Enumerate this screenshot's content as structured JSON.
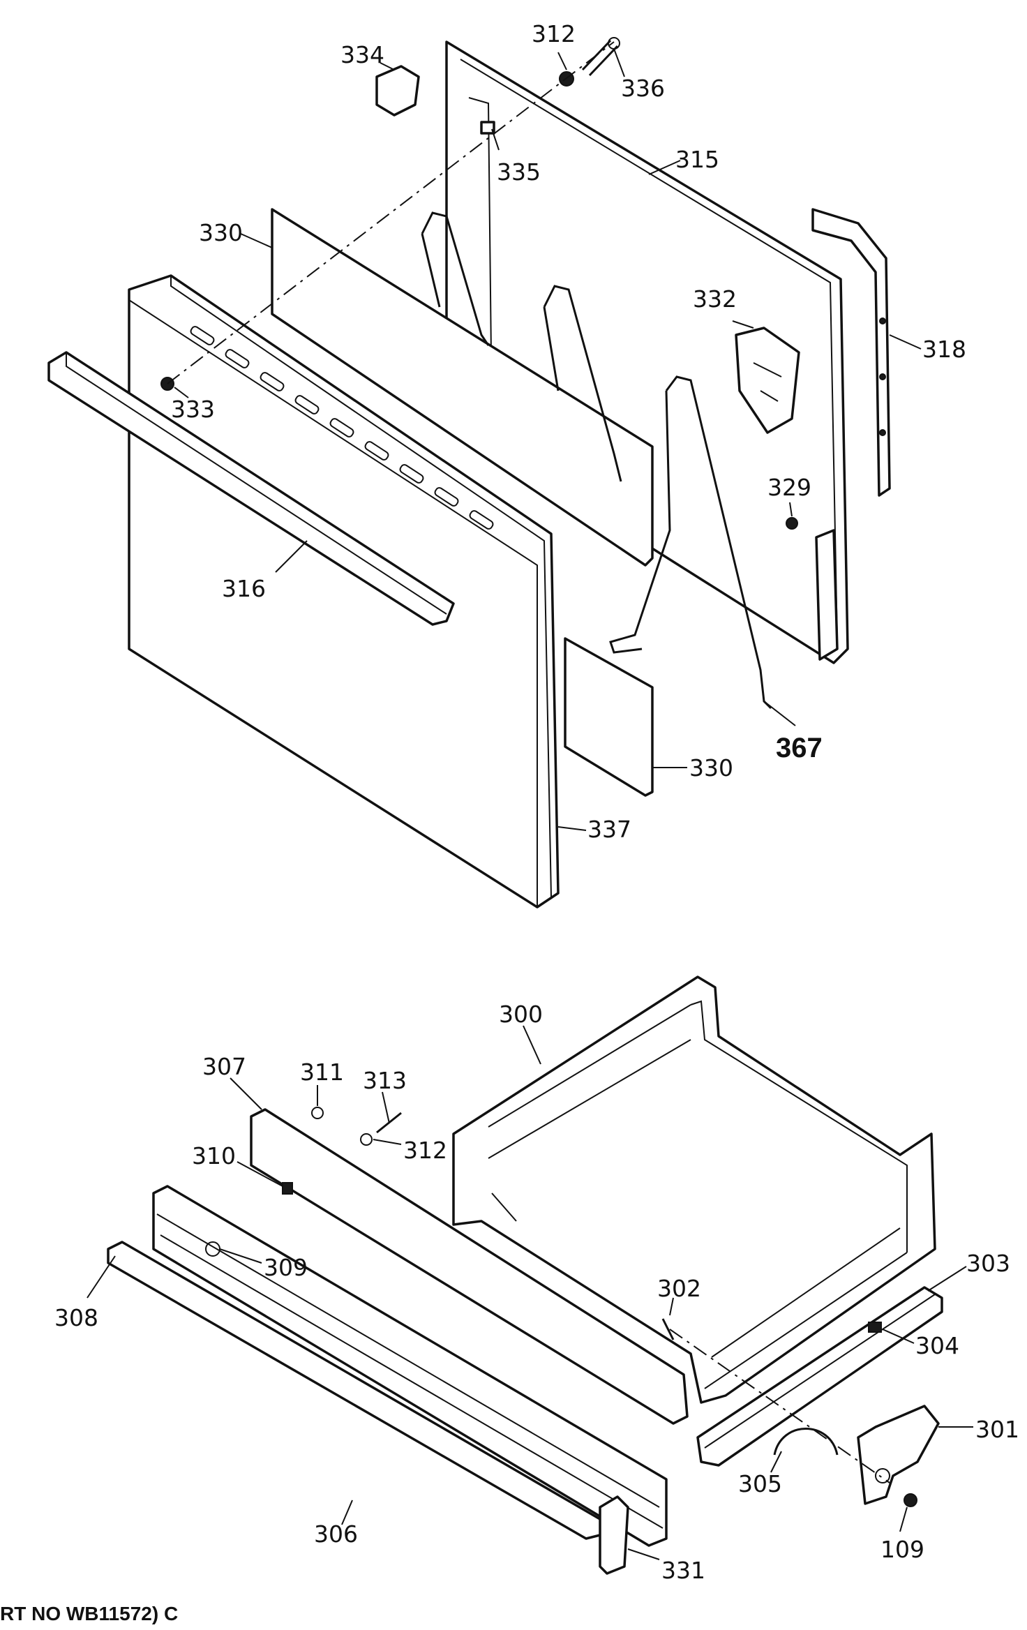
{
  "labels": {
    "p334": "334",
    "p312a": "312",
    "p336": "336",
    "p335": "335",
    "p315": "315",
    "p330a": "330",
    "p318": "318",
    "p332": "332",
    "p333": "333",
    "p329": "329",
    "p316": "316",
    "p367": "367",
    "p330b": "330",
    "p337": "337",
    "p300": "300",
    "p307": "307",
    "p311": "311",
    "p313": "313",
    "p312b": "312",
    "p310": "310",
    "p303": "303",
    "p309": "309",
    "p302": "302",
    "p308": "308",
    "p304": "304",
    "p301": "301",
    "p305": "305",
    "p306": "306",
    "p109": "109",
    "p331": "331"
  },
  "footer": "RT NO WB11572) C"
}
